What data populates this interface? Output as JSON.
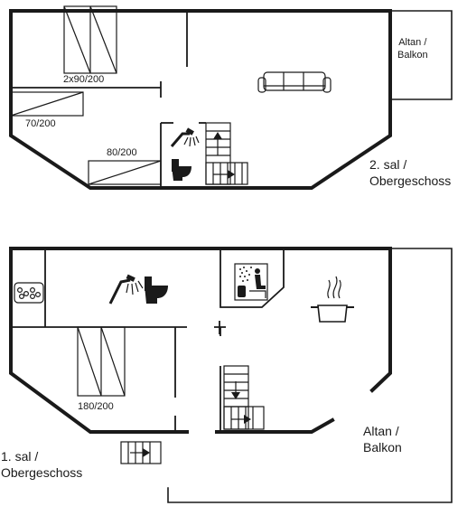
{
  "floors": {
    "upper": {
      "label": "2. sal /\nObergeschoss",
      "balcony": "Altan /\nBalkon",
      "beds": [
        "2x90/200",
        "70/200",
        "80/200"
      ]
    },
    "lower": {
      "label": "1. sal /\nObergeschoss",
      "balcony": "Altan /\nBalkon",
      "beds": [
        "180/200"
      ]
    }
  },
  "icons": [
    "sofa-icon",
    "shower-icon",
    "toilet-icon",
    "stairs-icon",
    "sauna-icon",
    "jacuzzi-icon",
    "cooking-pot-icon"
  ]
}
